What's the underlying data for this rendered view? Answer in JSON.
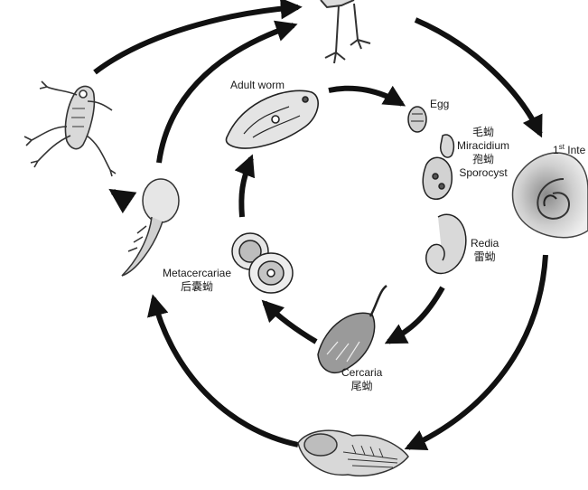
{
  "labels": {
    "adult_worm": "Adult worm",
    "egg": "Egg",
    "miracidium_zh": "毛蚴",
    "miracidium": "Miracidium",
    "sporocyst_zh": "孢蚴",
    "sporocyst": "Sporocyst",
    "redia": "Redia",
    "redia_zh": "雷蚴",
    "cercaria": "Cercaria",
    "cercaria_zh": "尾蚴",
    "metacercariae": "Metacercariae",
    "metacercariae_zh": "后囊蚴",
    "first_host_prefix": "1",
    "first_host_sup": "st",
    "first_host_rest": " Inte"
  },
  "colors": {
    "ink": "#111111",
    "background": "#ffffff",
    "organism_fill": "#d6d6d6"
  }
}
